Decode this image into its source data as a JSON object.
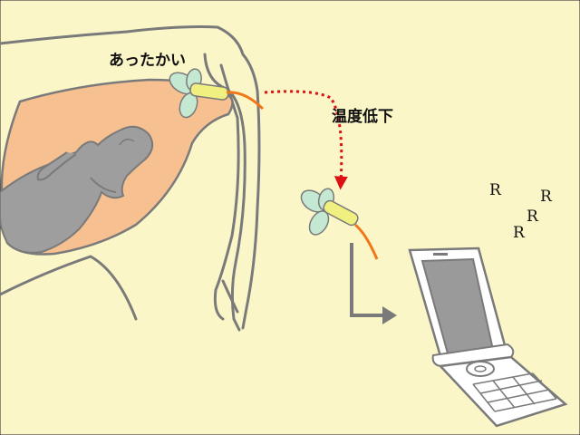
{
  "labels": {
    "warm": "あったかい",
    "temperature_drop": "温度低下"
  },
  "ring_letters": [
    "R",
    "R",
    "R",
    "R"
  ],
  "colors": {
    "background": "#fbf6c8",
    "uterus": "#f6c090",
    "calf": "#9e9e9e",
    "outline": "#7a7a7a",
    "sensor_wing": "#c4e8d2",
    "sensor_body": "#f0f080",
    "sensor_wire": "#f07818",
    "dotted_arrow": "#dd1111",
    "flow_arrow": "#7a7a7a",
    "phone_body": "#ffffff",
    "phone_screen": "#9a9a9a"
  }
}
